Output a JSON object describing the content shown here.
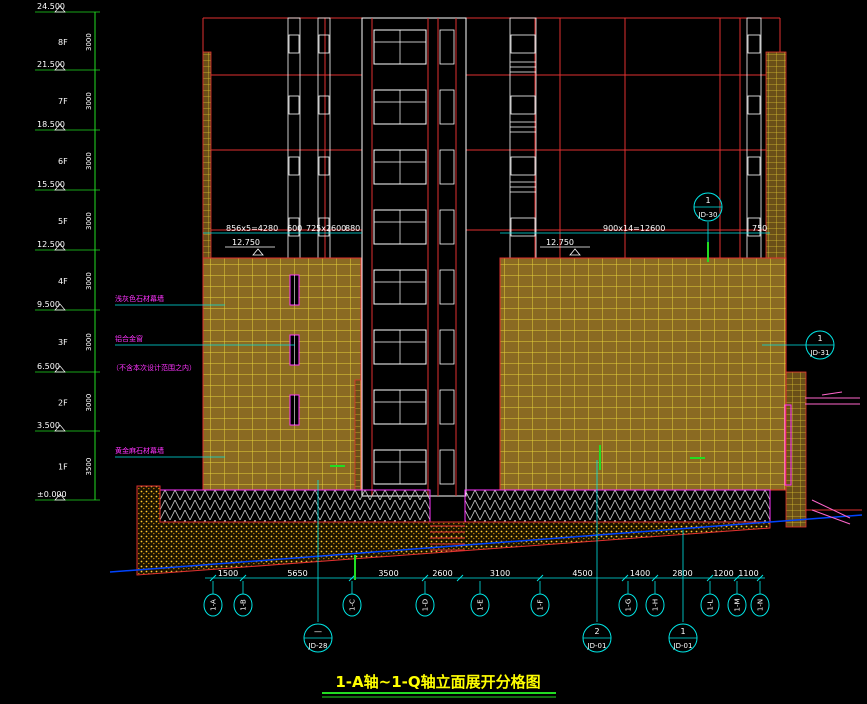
{
  "levels": [
    {
      "elev": "24.500",
      "floor": "8F",
      "dim": "3000"
    },
    {
      "elev": "21.500",
      "floor": "7F",
      "dim": "3000"
    },
    {
      "elev": "18.500",
      "floor": "6F",
      "dim": "3000"
    },
    {
      "elev": "15.500",
      "floor": "5F",
      "dim": "3000"
    },
    {
      "elev": "12.500",
      "floor": "4F",
      "dim": "3000"
    },
    {
      "elev": "9.500",
      "floor": "3F",
      "dim": "3000"
    },
    {
      "elev": "6.500",
      "floor": "2F",
      "dim": "3000"
    },
    {
      "elev": "3.500",
      "floor": "1F",
      "dim": "3500"
    },
    {
      "elev": "±0.000",
      "floor": "",
      "dim": ""
    }
  ],
  "top_dims": {
    "left": "856x5=4280",
    "mid1": "600",
    "mid2": "725x2",
    "mid3": "600",
    "mid4": "880",
    "right": "900x14=12600",
    "right_small": "750"
  },
  "roof_elev_left": "12.750",
  "roof_elev_right": "12.750",
  "notes": [
    "浅灰色石材幕墙",
    "铝合金窗",
    "（不含本次设计范围之内）",
    "黄金麻石材幕墙"
  ],
  "bottom_dims": [
    "1500",
    "5650",
    "3500",
    "2600",
    "3100",
    "4500",
    "1400",
    "2800",
    "1200",
    "1100"
  ],
  "axes": [
    "1-A",
    "1-B",
    "1-C",
    "1-D",
    "1-E",
    "1-F",
    "1-G",
    "1-H",
    "1-L",
    "1-M",
    "1-N"
  ],
  "details": [
    {
      "num": "1",
      "ref": "JD-30"
    },
    {
      "num": "1",
      "ref": "JD-31"
    },
    {
      "num": "—",
      "ref": "JD-28"
    },
    {
      "num": "2",
      "ref": "JD-01"
    },
    {
      "num": "1",
      "ref": "JD-01"
    }
  ],
  "title": "1-A轴~1-Q轴立面展开分格图",
  "colors": {
    "background": "#000000",
    "stone": "#c8a23a",
    "grid": "#e6e600",
    "red": "#e03030",
    "cyan": "#00e5e5",
    "green": "#22dd22",
    "magenta": "#ff33ff",
    "white": "#ffffff"
  }
}
